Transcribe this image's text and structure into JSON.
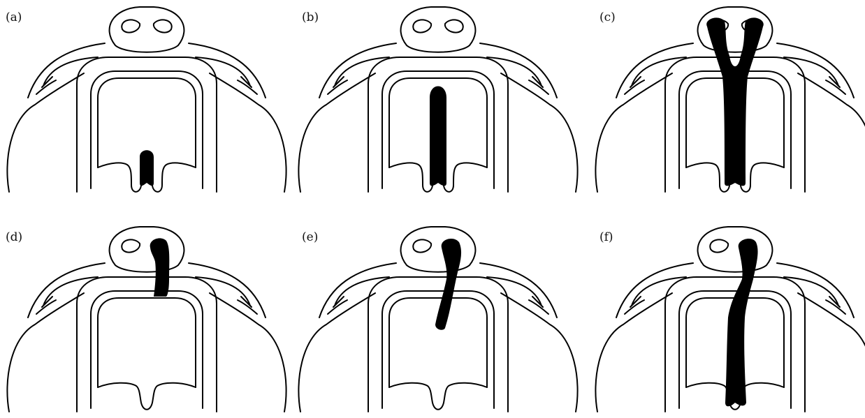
{
  "figure": {
    "panels": [
      {
        "label": "(a)",
        "cleft": "midline-small"
      },
      {
        "label": "(b)",
        "cleft": "midline-palate"
      },
      {
        "label": "(c)",
        "cleft": "bilateral-complete"
      },
      {
        "label": "(d)",
        "cleft": "unilateral-lip-alveolus"
      },
      {
        "label": "(e)",
        "cleft": "unilateral-lip-partial-palate"
      },
      {
        "label": "(f)",
        "cleft": "unilateral-complete"
      }
    ]
  },
  "colors": {
    "line": "#000000",
    "fill": "#000000",
    "background": "#ffffff"
  }
}
